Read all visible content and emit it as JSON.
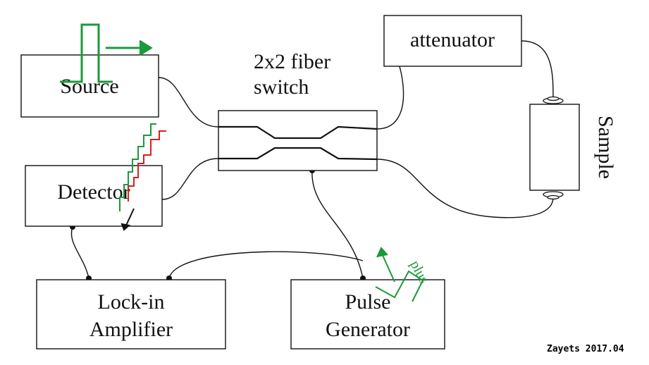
{
  "boxes": {
    "source": "Source",
    "detector": "Detector",
    "attenuator": "attenuator",
    "sample": "Sample",
    "lockin_line1": "Lock-in",
    "lockin_line2": "Amplifier",
    "pulse_line1": "Pulse",
    "pulse_line2": "Generator"
  },
  "switch": {
    "line1": "2x2 fiber",
    "line2": "switch"
  },
  "pulse_annotation": "plus",
  "credit": "Zayets 2017.04",
  "colors": {
    "green": "#1a9a3a",
    "red": "#d42020",
    "line": "#111111"
  }
}
